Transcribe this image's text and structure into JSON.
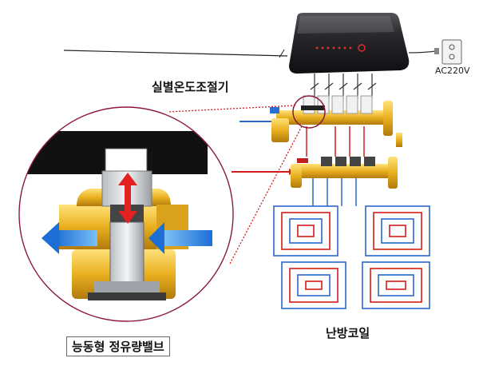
{
  "labels": {
    "controller": "실별온도조절기",
    "power": "AC220V",
    "heating_coil": "난방코일",
    "valve": "능동형 정유량밸브"
  },
  "colors": {
    "controller_body": "#1b1b1f",
    "led_red": "#e0322e",
    "pipe_red": "#d21c1c",
    "pipe_blue": "#2b67c9",
    "brass": "#e9b020",
    "zoom_circle": "#8a1a3a",
    "flow_arrow_blue": "#3a8fe0",
    "stem_arrow_red": "#e22222"
  },
  "icons": [
    "wall-outlet-icon",
    "power-plug-icon"
  ]
}
